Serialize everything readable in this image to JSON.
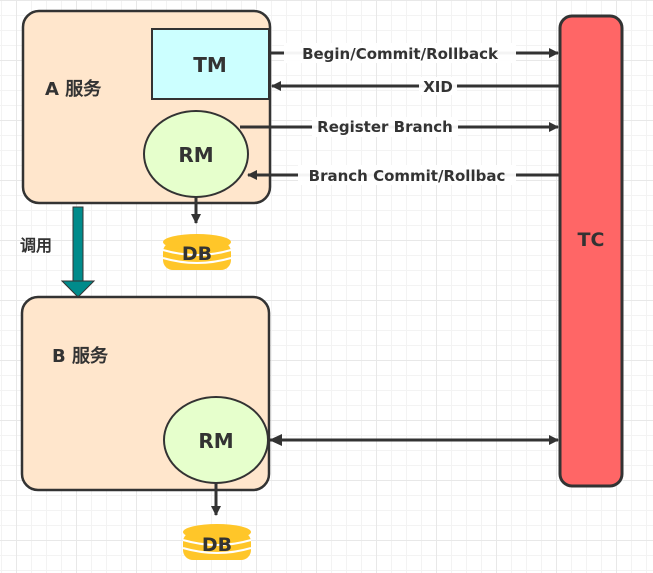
{
  "diagram": {
    "service_a": {
      "label": "A 服务",
      "fill": "#FFE6CC"
    },
    "service_b": {
      "label": "B 服务",
      "fill": "#FFE6CC"
    },
    "tm": {
      "label": "TM",
      "fill": "#CCFFFF"
    },
    "rm_a": {
      "label": "RM",
      "fill": "#E6FFCC"
    },
    "rm_b": {
      "label": "RM",
      "fill": "#E6FFCC"
    },
    "db_a": {
      "label": "DB",
      "fill": "#FFC629"
    },
    "db_b": {
      "label": "DB",
      "fill": "#FFC629"
    },
    "tc": {
      "label": "TC",
      "fill": "#FF6666"
    },
    "call_arrow": {
      "label": "调用",
      "color": "#008B8B"
    },
    "edges": [
      {
        "from": "TM",
        "to": "TC",
        "label": "Begin/Commit/Rollback"
      },
      {
        "from": "TC",
        "to": "TM",
        "label": "XID"
      },
      {
        "from": "RM (A)",
        "to": "TC",
        "label": "Register Branch"
      },
      {
        "from": "TC",
        "to": "RM (A)",
        "label": "Branch Commit/Rollbac"
      },
      {
        "from": "RM (B)",
        "to": "TC",
        "label": ""
      }
    ],
    "stroke_color": "#333333"
  }
}
